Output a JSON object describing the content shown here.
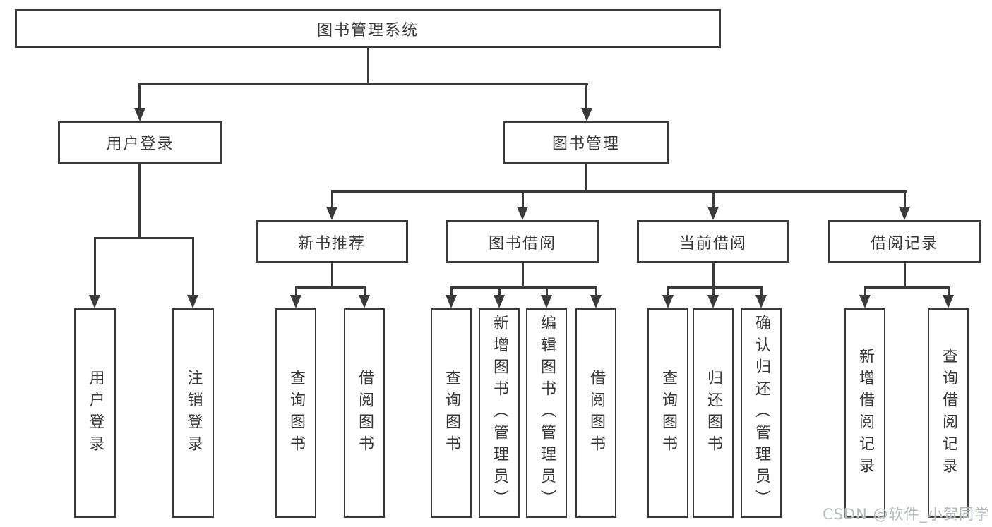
{
  "diagram": {
    "root": "图书管理系统",
    "level2": {
      "user_login": "用户登录",
      "book_mgmt": "图书管理"
    },
    "level3": {
      "new_book": "新书推荐",
      "book_borrow": "图书借阅",
      "current_borrow": "当前借阅",
      "borrow_record": "借阅记录"
    },
    "leaves": {
      "user_login": [
        "用户登录",
        "注销登录"
      ],
      "new_book": [
        "查询图书",
        "借阅图书"
      ],
      "book_borrow": [
        "查询图书",
        "新增图书（管理员）",
        "编辑图书（管理员）",
        "借阅图书"
      ],
      "current_borrow": [
        "查询图书",
        "归还图书",
        "确认归还（管理员）"
      ],
      "borrow_record": [
        "新增借阅记录",
        "查询借阅记录"
      ]
    }
  },
  "watermark": "CSDN @软件_小贺同学",
  "colors": {
    "line": "#3a3a3a",
    "text": "#383838",
    "background": "#ffffff",
    "watermark": "#b6bac0"
  }
}
